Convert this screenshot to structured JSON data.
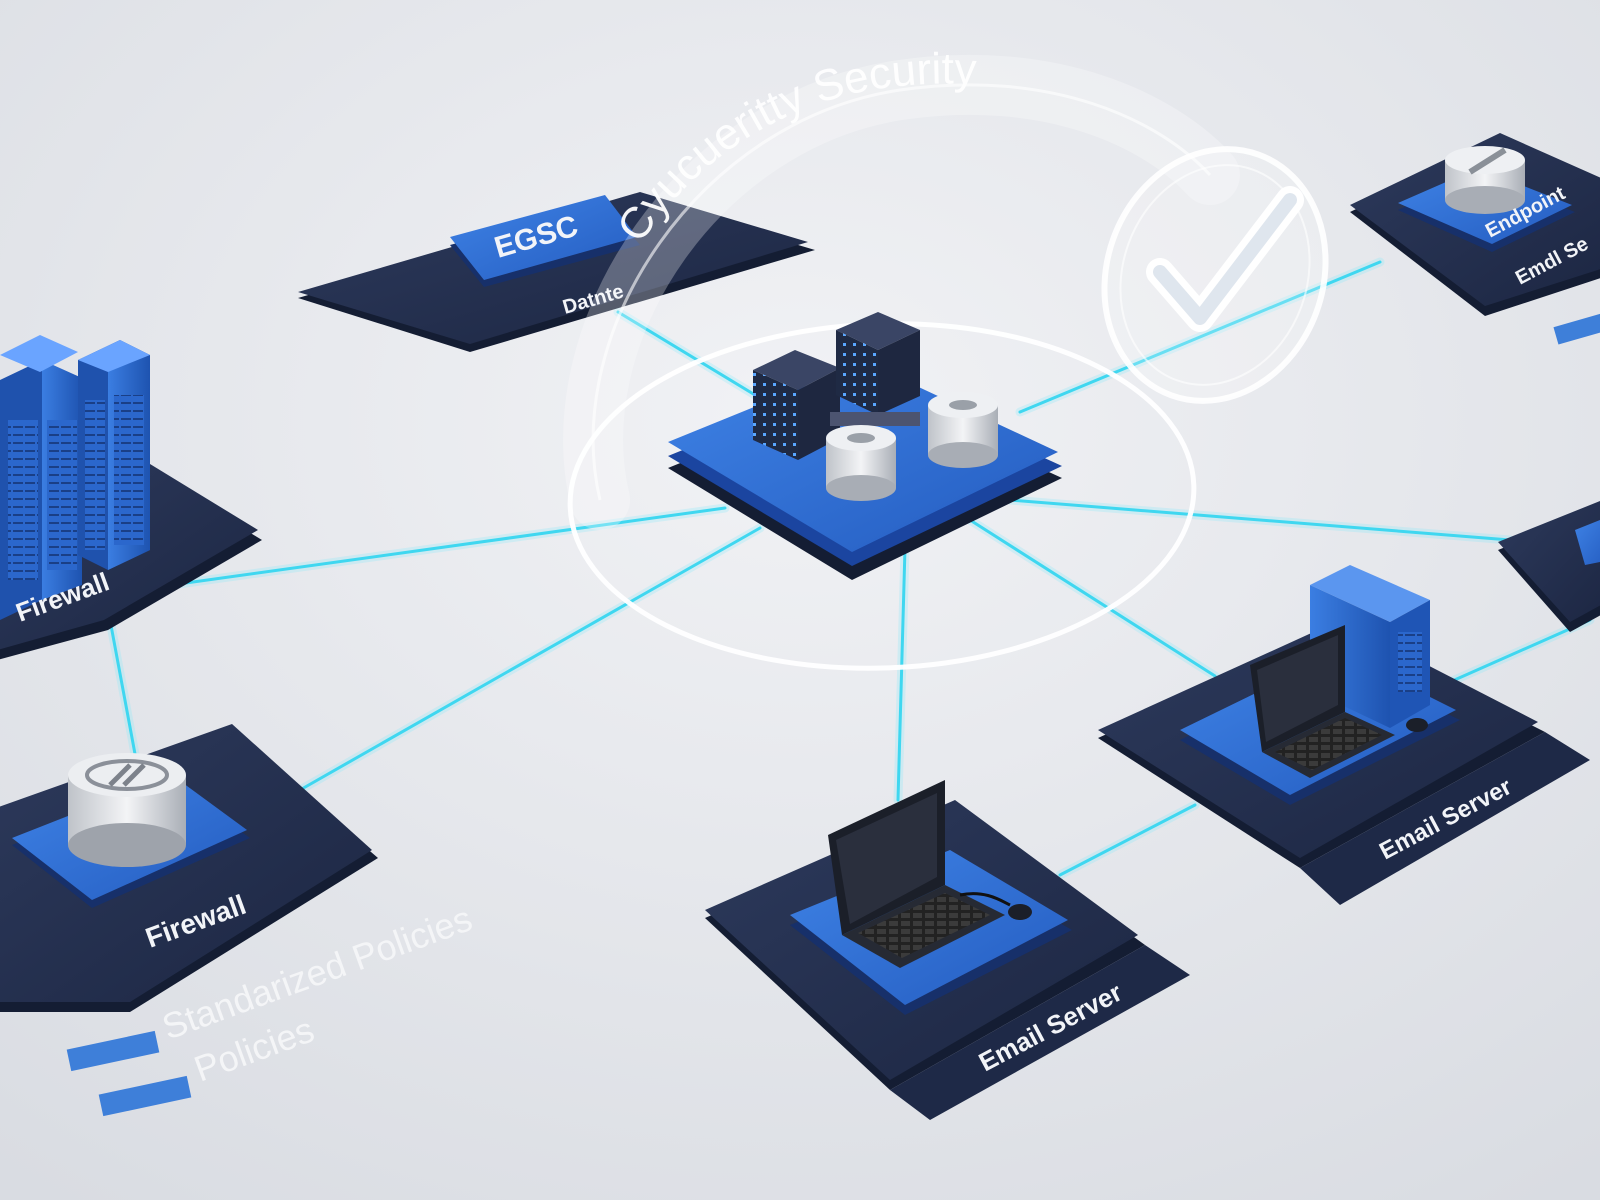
{
  "colors": {
    "background": "#e6e8ec",
    "platform_dark": "#232f4d",
    "platform_blue": "#2f6fd6",
    "link_cyan": "#3fd7f0",
    "ring_white": "#ffffff"
  },
  "ring_text": "Cyucueritty Security",
  "nodes": {
    "egsc": {
      "badge": "EGSC",
      "label": "Datnte"
    },
    "firewall_top": {
      "label": "Firewall"
    },
    "firewall_bottom": {
      "label": "Firewall"
    },
    "endpoint": {
      "badge": "Endpoint",
      "label": "Emdl Se"
    },
    "email_server_center": {
      "label": "Email Server"
    },
    "email_server_right": {
      "label": "Email Server"
    }
  },
  "legend": [
    {
      "label": "Standarized Policies",
      "color": "#3e7fd9"
    },
    {
      "label": "Policies",
      "color": "#3e7fd9"
    }
  ],
  "icons": {
    "check": "check-icon",
    "database": "database-icon",
    "server_rack": "server-rack-icon",
    "laptop": "laptop-icon",
    "desktop": "desktop-tower-icon"
  }
}
